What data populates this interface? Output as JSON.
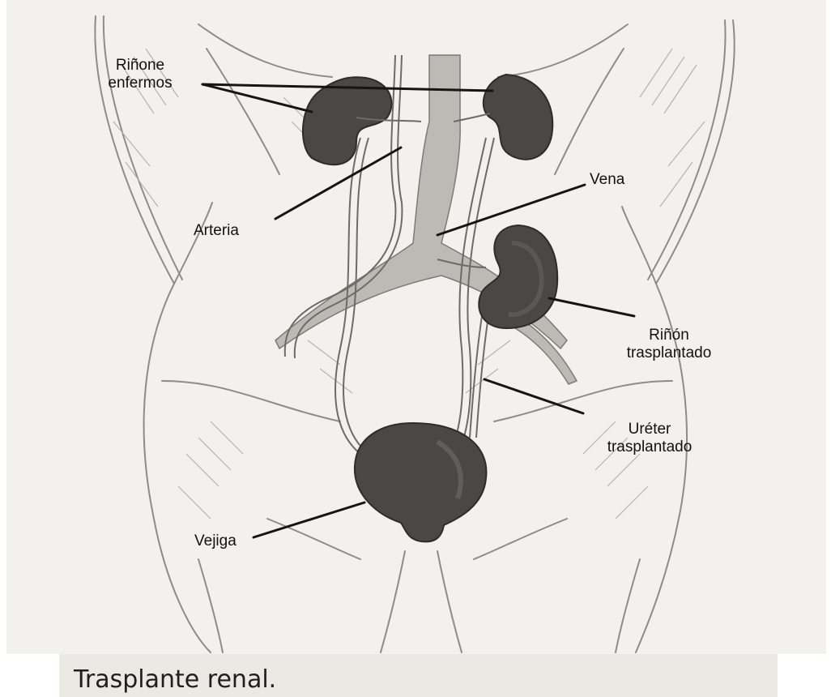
{
  "labels": {
    "diseased_kidneys_line1": "Riñone",
    "diseased_kidneys_line2": "enfermos",
    "artery": "Arteria",
    "vein": "Vena",
    "transplanted_kidney_line1": "Riñón",
    "transplanted_kidney_line2": "trasplantado",
    "transplanted_ureter_line1": "Uréter",
    "transplanted_ureter_line2": "trasplantado",
    "bladder": "Vejiga"
  },
  "caption": "Trasplante renal.",
  "colors": {
    "paper": "#f3f1ee",
    "sketch": "#8f8c88",
    "organ": "#4a4745",
    "vessel": "#bdbab6",
    "leader": "#151515",
    "caption_bg": "#ece8e3"
  }
}
